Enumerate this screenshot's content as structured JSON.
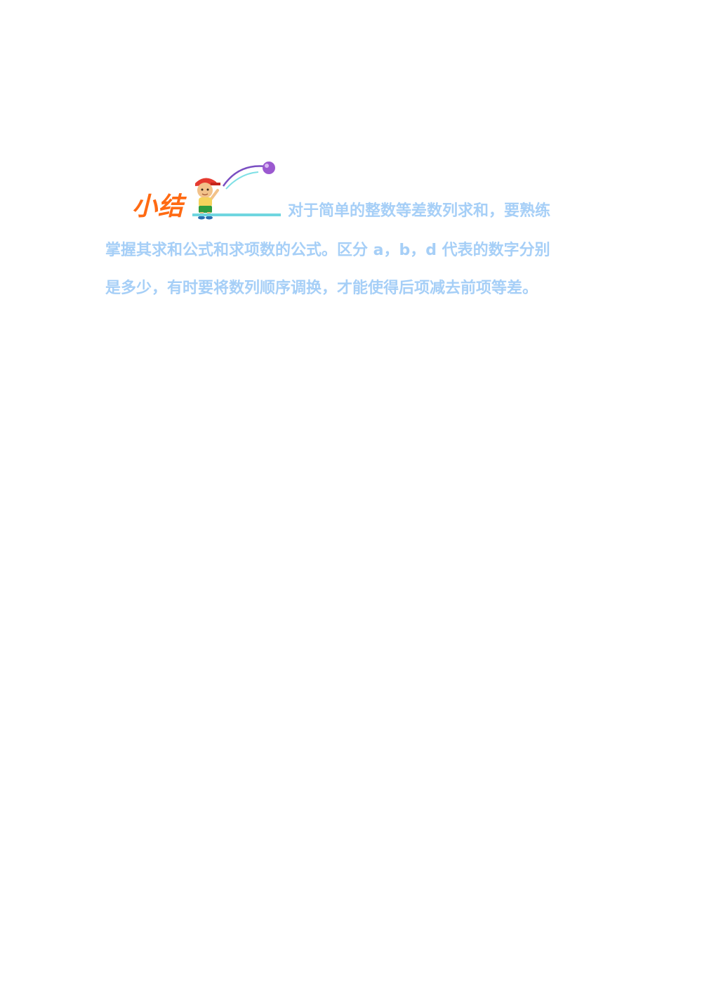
{
  "summary": {
    "heading": "小结",
    "lines": [
      "对于简单的整数等差数列求和，要熟练",
      "掌握其求和公式和求项数的公式。区分 a，b，d 代表的数字分别",
      "是多少，有时要将数列顺序调换，才能使得后项减去前项等差。"
    ]
  },
  "colors": {
    "heading": "#ff6a13",
    "body_text": "#a6cff7",
    "underline": "#6fd6e0",
    "ball": "#9b59d0"
  },
  "icons": {
    "mascot": "boy-throwing-ball-icon"
  }
}
